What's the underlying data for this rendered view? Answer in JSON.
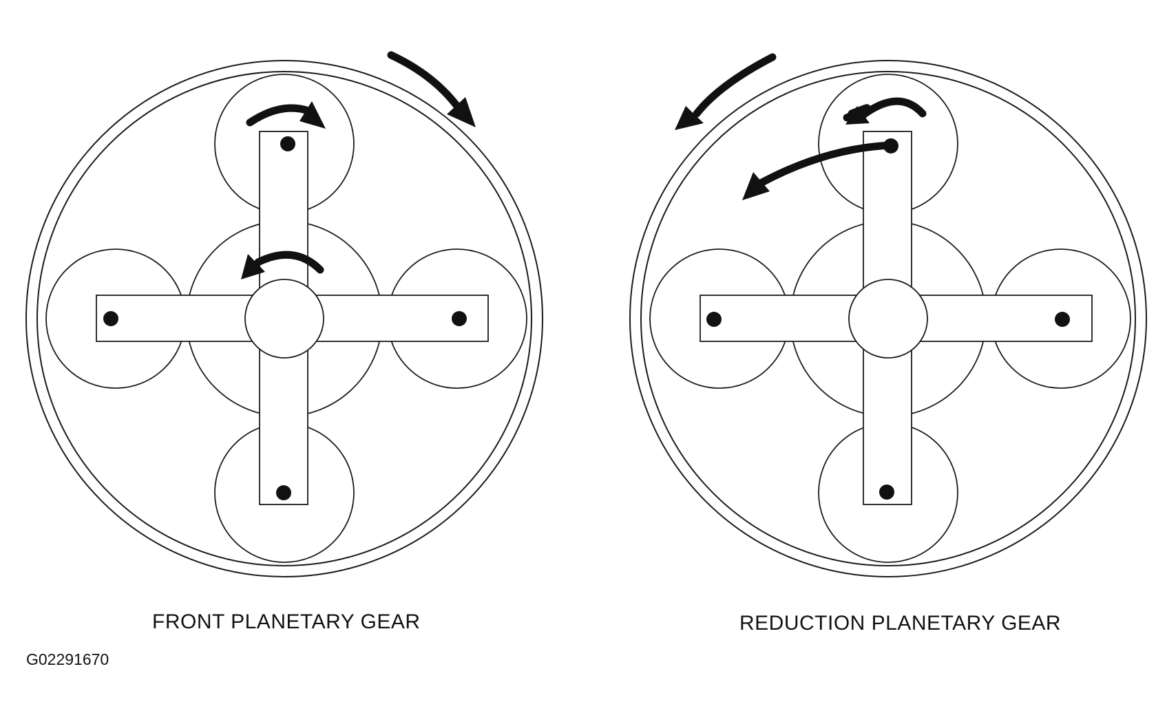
{
  "figure": {
    "code": "G02291670",
    "panels": [
      {
        "caption": "FRONT PLANETARY GEAR"
      },
      {
        "caption": "REDUCTION PLANETARY GEAR"
      }
    ]
  },
  "icons": {
    "gear": "gear-icon",
    "arrow": "rotation-arrow-icon",
    "pin": "pin-icon"
  },
  "colors": {
    "line": "#1a1a1a",
    "fill": "#ffffff"
  }
}
